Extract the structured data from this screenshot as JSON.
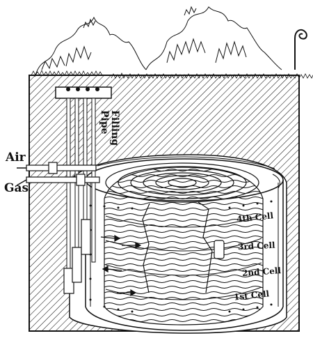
{
  "labels": {
    "air": "Air",
    "gas": "Gas",
    "filling_pipe": "Filling Pipe",
    "cell_4": "4th Cell",
    "cell_3": "3rd Cell",
    "cell_2": "2nd Cell",
    "cell_1": "1st Cell"
  },
  "colors": {
    "ink": "#111111",
    "paper": "#ffffff"
  }
}
